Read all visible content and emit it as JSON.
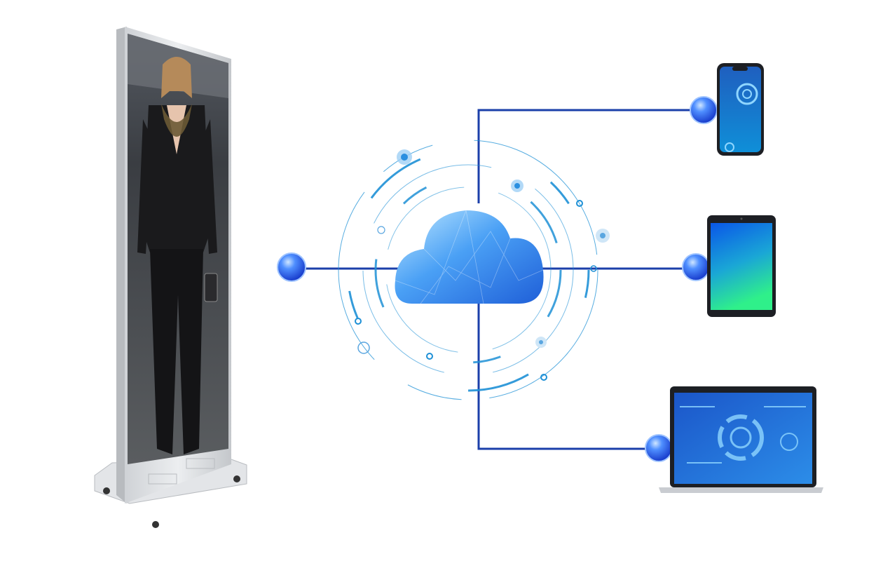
{
  "diagram": {
    "hub": {
      "icon": "cloud-icon",
      "color": "#2f7de1"
    },
    "nodes": [
      {
        "name": "digital-signage-kiosk",
        "icon": "floor-standing-display-icon"
      },
      {
        "name": "smartphone",
        "icon": "smartphone-icon"
      },
      {
        "name": "tablet",
        "icon": "tablet-icon"
      },
      {
        "name": "laptop",
        "icon": "laptop-icon"
      }
    ],
    "colors": {
      "connector_line": "#1b3faa",
      "connector_node": "#2f6ef0",
      "ring": "#1e90d6",
      "kiosk_frame": "#d9dbdf"
    }
  }
}
